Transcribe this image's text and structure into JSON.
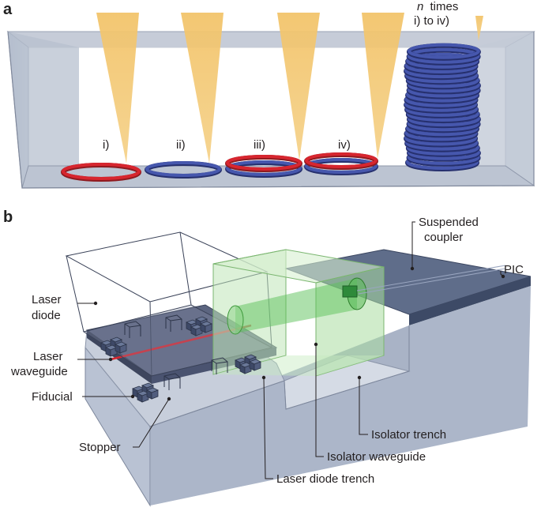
{
  "panel_a": {
    "letter": "a",
    "steps": [
      "i)",
      "ii)",
      "iii)",
      "iv)"
    ],
    "repeat_label_line1": "times",
    "repeat_label_italic": "n",
    "repeat_label_line2": "i) to iv)"
  },
  "panel_b": {
    "letter": "b",
    "labels": {
      "laser_diode_1": "Laser",
      "laser_diode_2": "diode",
      "laser_waveguide_1": "Laser",
      "laser_waveguide_2": "waveguide",
      "fiducial": "Fiducial",
      "stopper": "Stopper",
      "suspended_coupler_1": "Suspended",
      "suspended_coupler_2": "coupler",
      "pic": "PIC",
      "isolator_trench": "Isolator trench",
      "isolator_waveguide": "Isolator waveguide",
      "laser_diode_trench": "Laser diode trench"
    }
  },
  "colors": {
    "box_fill": "#c5cdda",
    "box_edge": "#7f8aa0",
    "beam": "#f1c36a",
    "ring_red": "#d7262f",
    "ring_blue": "#3f4fa3",
    "pic_top": "#5f6d8a",
    "chip_side": "#b8c1d2",
    "green": "#8fd48a"
  }
}
